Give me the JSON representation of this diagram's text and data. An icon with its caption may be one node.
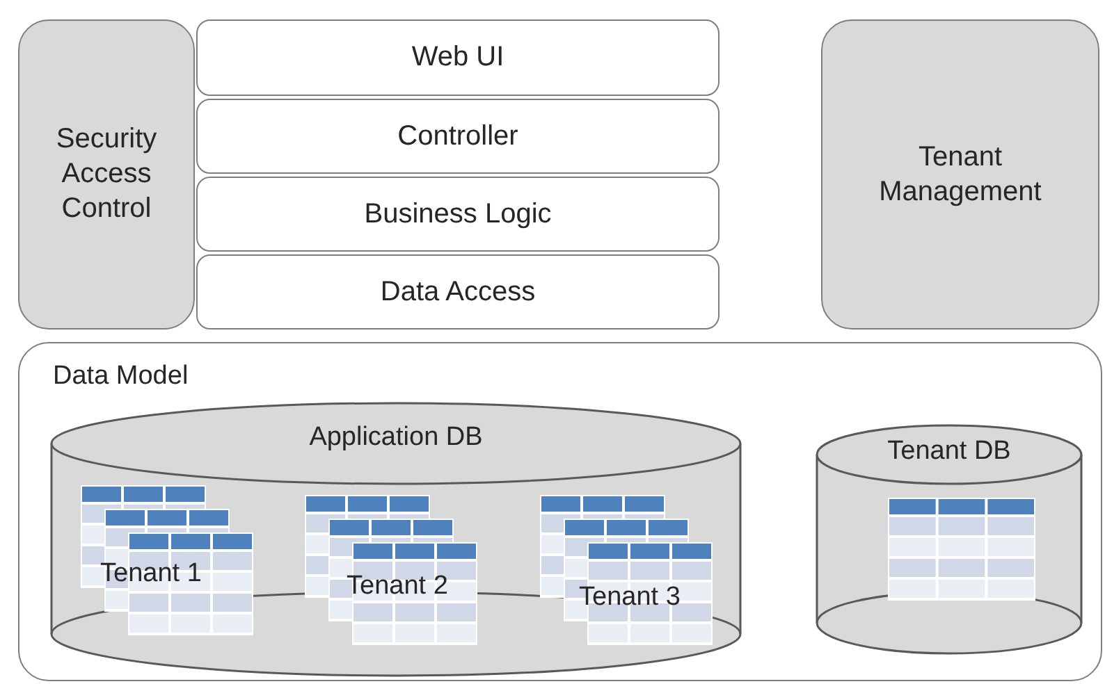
{
  "diagram": {
    "nodes": [
      {
        "text": [
          "Security Access Control"
        ]
      },
      {
        "text": [
          "Web UI"
        ]
      },
      {
        "text": [
          "Controller"
        ]
      },
      {
        "text": [
          "Business Logic"
        ]
      },
      {
        "text": [
          "Data Access"
        ]
      },
      {
        "text": [
          "Tenant Management"
        ]
      },
      {
        "text": [
          "Data Model"
        ]
      },
      {
        "text": [
          "Application DB"
        ],
        "in": 6
      },
      {
        "text": [
          "Tenant 1"
        ],
        "in": 7
      },
      {
        "text": [
          "Tenant 2"
        ],
        "in": 7
      },
      {
        "text": [
          "Tenant 3"
        ],
        "in": 7
      },
      {
        "text": [
          "Tenant DB"
        ],
        "in": 6
      }
    ]
  }
}
